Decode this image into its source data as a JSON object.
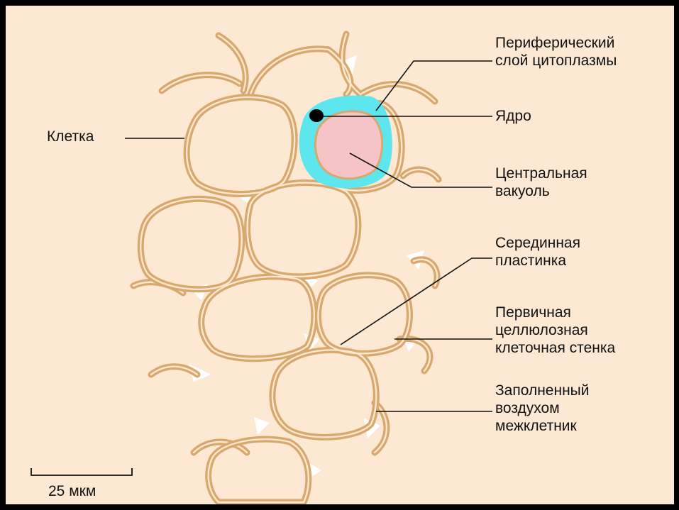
{
  "colors": {
    "background": "#fde9d3",
    "wall": "#d9a86c",
    "wall_inner": "#fbe7d2",
    "cytoplasm": "#5ee6ee",
    "vacuole": "#f6c3c6",
    "nucleus": "#000000",
    "intercellular_space": "#ffffff"
  },
  "labels": {
    "peripheral_cytoplasm": [
      "Периферический",
      "слой цитоплазмы"
    ],
    "nucleus": [
      "Ядро"
    ],
    "central_vacuole": [
      "Центральная",
      "вакуоль"
    ],
    "middle_lamella": [
      "Серединная",
      "пластинка"
    ],
    "primary_wall": [
      "Первичная",
      "целлюлозная",
      "клеточная стенка"
    ],
    "air_space": [
      "Заполненный",
      "воздухом",
      "межклетник"
    ],
    "cell": [
      "Клетка"
    ]
  },
  "scale_bar": {
    "label": "25 мкм"
  }
}
